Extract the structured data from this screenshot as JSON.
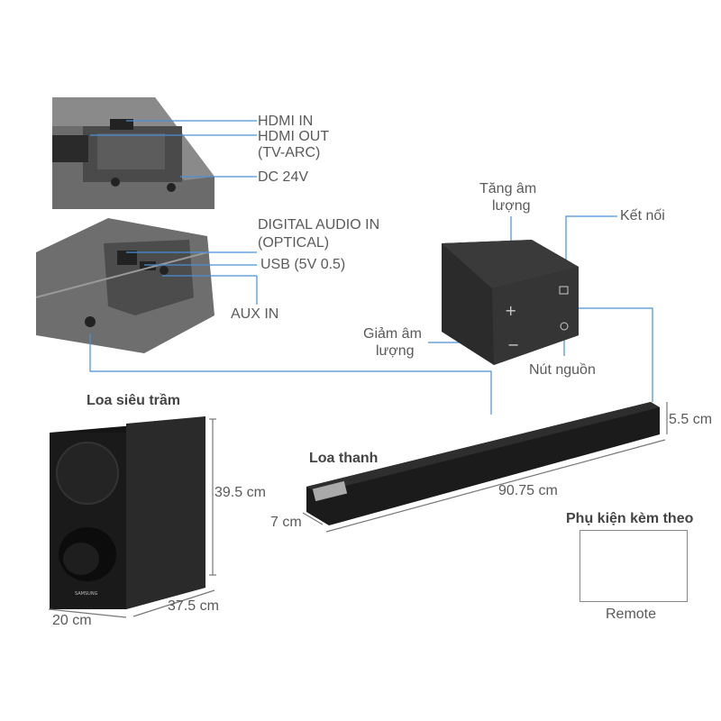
{
  "ports_top": {
    "hdmi_in": "HDMI IN",
    "hdmi_out": "HDMI OUT",
    "hdmi_out_sub": "(TV-ARC)",
    "dc": "DC 24V"
  },
  "ports_bottom": {
    "digital_audio": "DIGITAL AUDIO IN",
    "digital_audio_sub": "(OPTICAL)",
    "usb": "USB (5V 0.5)",
    "aux": "AUX IN"
  },
  "controls": {
    "vol_up_line1": "Tăng âm",
    "vol_up_line2": "lượng",
    "connect": "Kết nối",
    "vol_down_line1": "Giảm âm",
    "vol_down_line2": "lượng",
    "power": "Nút nguồn"
  },
  "subwoofer": {
    "title": "Loa siêu trầm",
    "height": "39.5 cm",
    "depth": "20 cm",
    "width": "37.5 cm",
    "brand": "SAMSUNG"
  },
  "soundbar": {
    "title": "Loa thanh",
    "length": "90.75 cm",
    "height": "5.5 cm",
    "depth": "7 cm"
  },
  "accessory": {
    "title": "Phụ kiện kèm theo",
    "caption": "Remote"
  },
  "colors": {
    "line": "#4a90d9",
    "dim_line": "#777777",
    "speaker": "#1e1e1e"
  }
}
